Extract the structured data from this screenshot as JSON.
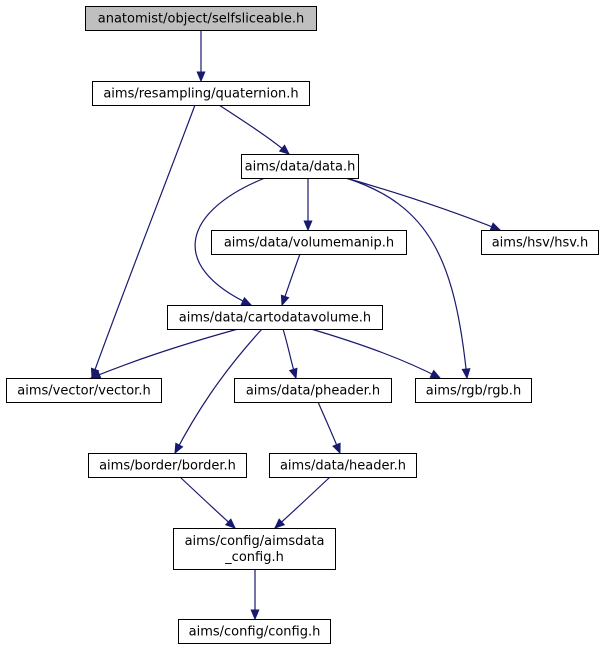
{
  "graph": {
    "colors": {
      "root_fill": "#bfbfbf",
      "node_fill": "#ffffff",
      "node_border": "#000000",
      "edge": "#191970"
    },
    "nodes": [
      {
        "id": "selfsliceable",
        "lines": [
          "anatomist/object/selfsliceable.h"
        ],
        "root": true
      },
      {
        "id": "quaternion",
        "lines": [
          "aims/resampling/quaternion.h"
        ]
      },
      {
        "id": "data",
        "lines": [
          "aims/data/data.h"
        ]
      },
      {
        "id": "volumemanip",
        "lines": [
          "aims/data/volumemanip.h"
        ]
      },
      {
        "id": "hsv",
        "lines": [
          "aims/hsv/hsv.h"
        ]
      },
      {
        "id": "cartodatavolume",
        "lines": [
          "aims/data/cartodatavolume.h"
        ]
      },
      {
        "id": "vector",
        "lines": [
          "aims/vector/vector.h"
        ]
      },
      {
        "id": "pheader",
        "lines": [
          "aims/data/pheader.h"
        ]
      },
      {
        "id": "rgb",
        "lines": [
          "aims/rgb/rgb.h"
        ]
      },
      {
        "id": "border",
        "lines": [
          "aims/border/border.h"
        ]
      },
      {
        "id": "header",
        "lines": [
          "aims/data/header.h"
        ]
      },
      {
        "id": "aimsdata_config",
        "lines": [
          "aims/config/aimsdata",
          "_config.h"
        ]
      },
      {
        "id": "config",
        "lines": [
          "aims/config/config.h"
        ]
      }
    ],
    "edges": [
      {
        "from": "selfsliceable",
        "to": "quaternion"
      },
      {
        "from": "quaternion",
        "to": "vector"
      },
      {
        "from": "quaternion",
        "to": "data"
      },
      {
        "from": "data",
        "to": "cartodatavolume"
      },
      {
        "from": "data",
        "to": "volumemanip"
      },
      {
        "from": "data",
        "to": "rgb"
      },
      {
        "from": "data",
        "to": "hsv"
      },
      {
        "from": "volumemanip",
        "to": "cartodatavolume"
      },
      {
        "from": "cartodatavolume",
        "to": "vector"
      },
      {
        "from": "cartodatavolume",
        "to": "border"
      },
      {
        "from": "cartodatavolume",
        "to": "pheader"
      },
      {
        "from": "cartodatavolume",
        "to": "rgb"
      },
      {
        "from": "pheader",
        "to": "header"
      },
      {
        "from": "border",
        "to": "aimsdata_config"
      },
      {
        "from": "header",
        "to": "aimsdata_config"
      },
      {
        "from": "aimsdata_config",
        "to": "config"
      }
    ]
  }
}
